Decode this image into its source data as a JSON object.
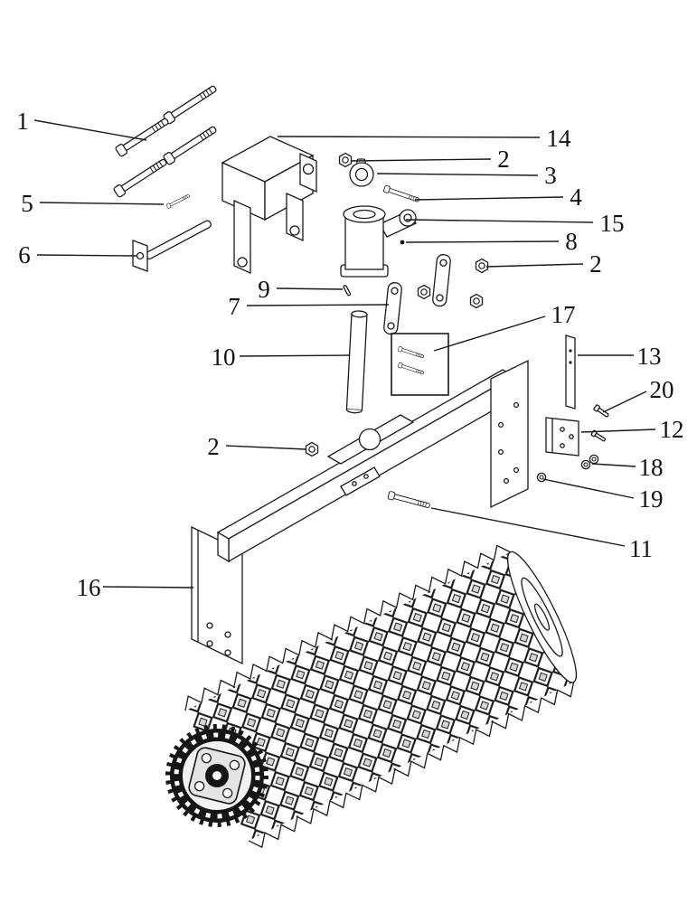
{
  "diagram": {
    "type": "exploded-parts-diagram",
    "background": "#ffffff",
    "ink": "#1a1a1a",
    "labels": [
      {
        "text": "1"
      },
      {
        "text": "14"
      },
      {
        "text": "2"
      },
      {
        "text": "3"
      },
      {
        "text": "4"
      },
      {
        "text": "5"
      },
      {
        "text": "15"
      },
      {
        "text": "8"
      },
      {
        "text": "6"
      },
      {
        "text": "2"
      },
      {
        "text": "9"
      },
      {
        "text": "7"
      },
      {
        "text": "17"
      },
      {
        "text": "10"
      },
      {
        "text": "13"
      },
      {
        "text": "20"
      },
      {
        "text": "12"
      },
      {
        "text": "2"
      },
      {
        "text": "18"
      },
      {
        "text": "19"
      },
      {
        "text": "11"
      },
      {
        "text": "16"
      }
    ]
  }
}
